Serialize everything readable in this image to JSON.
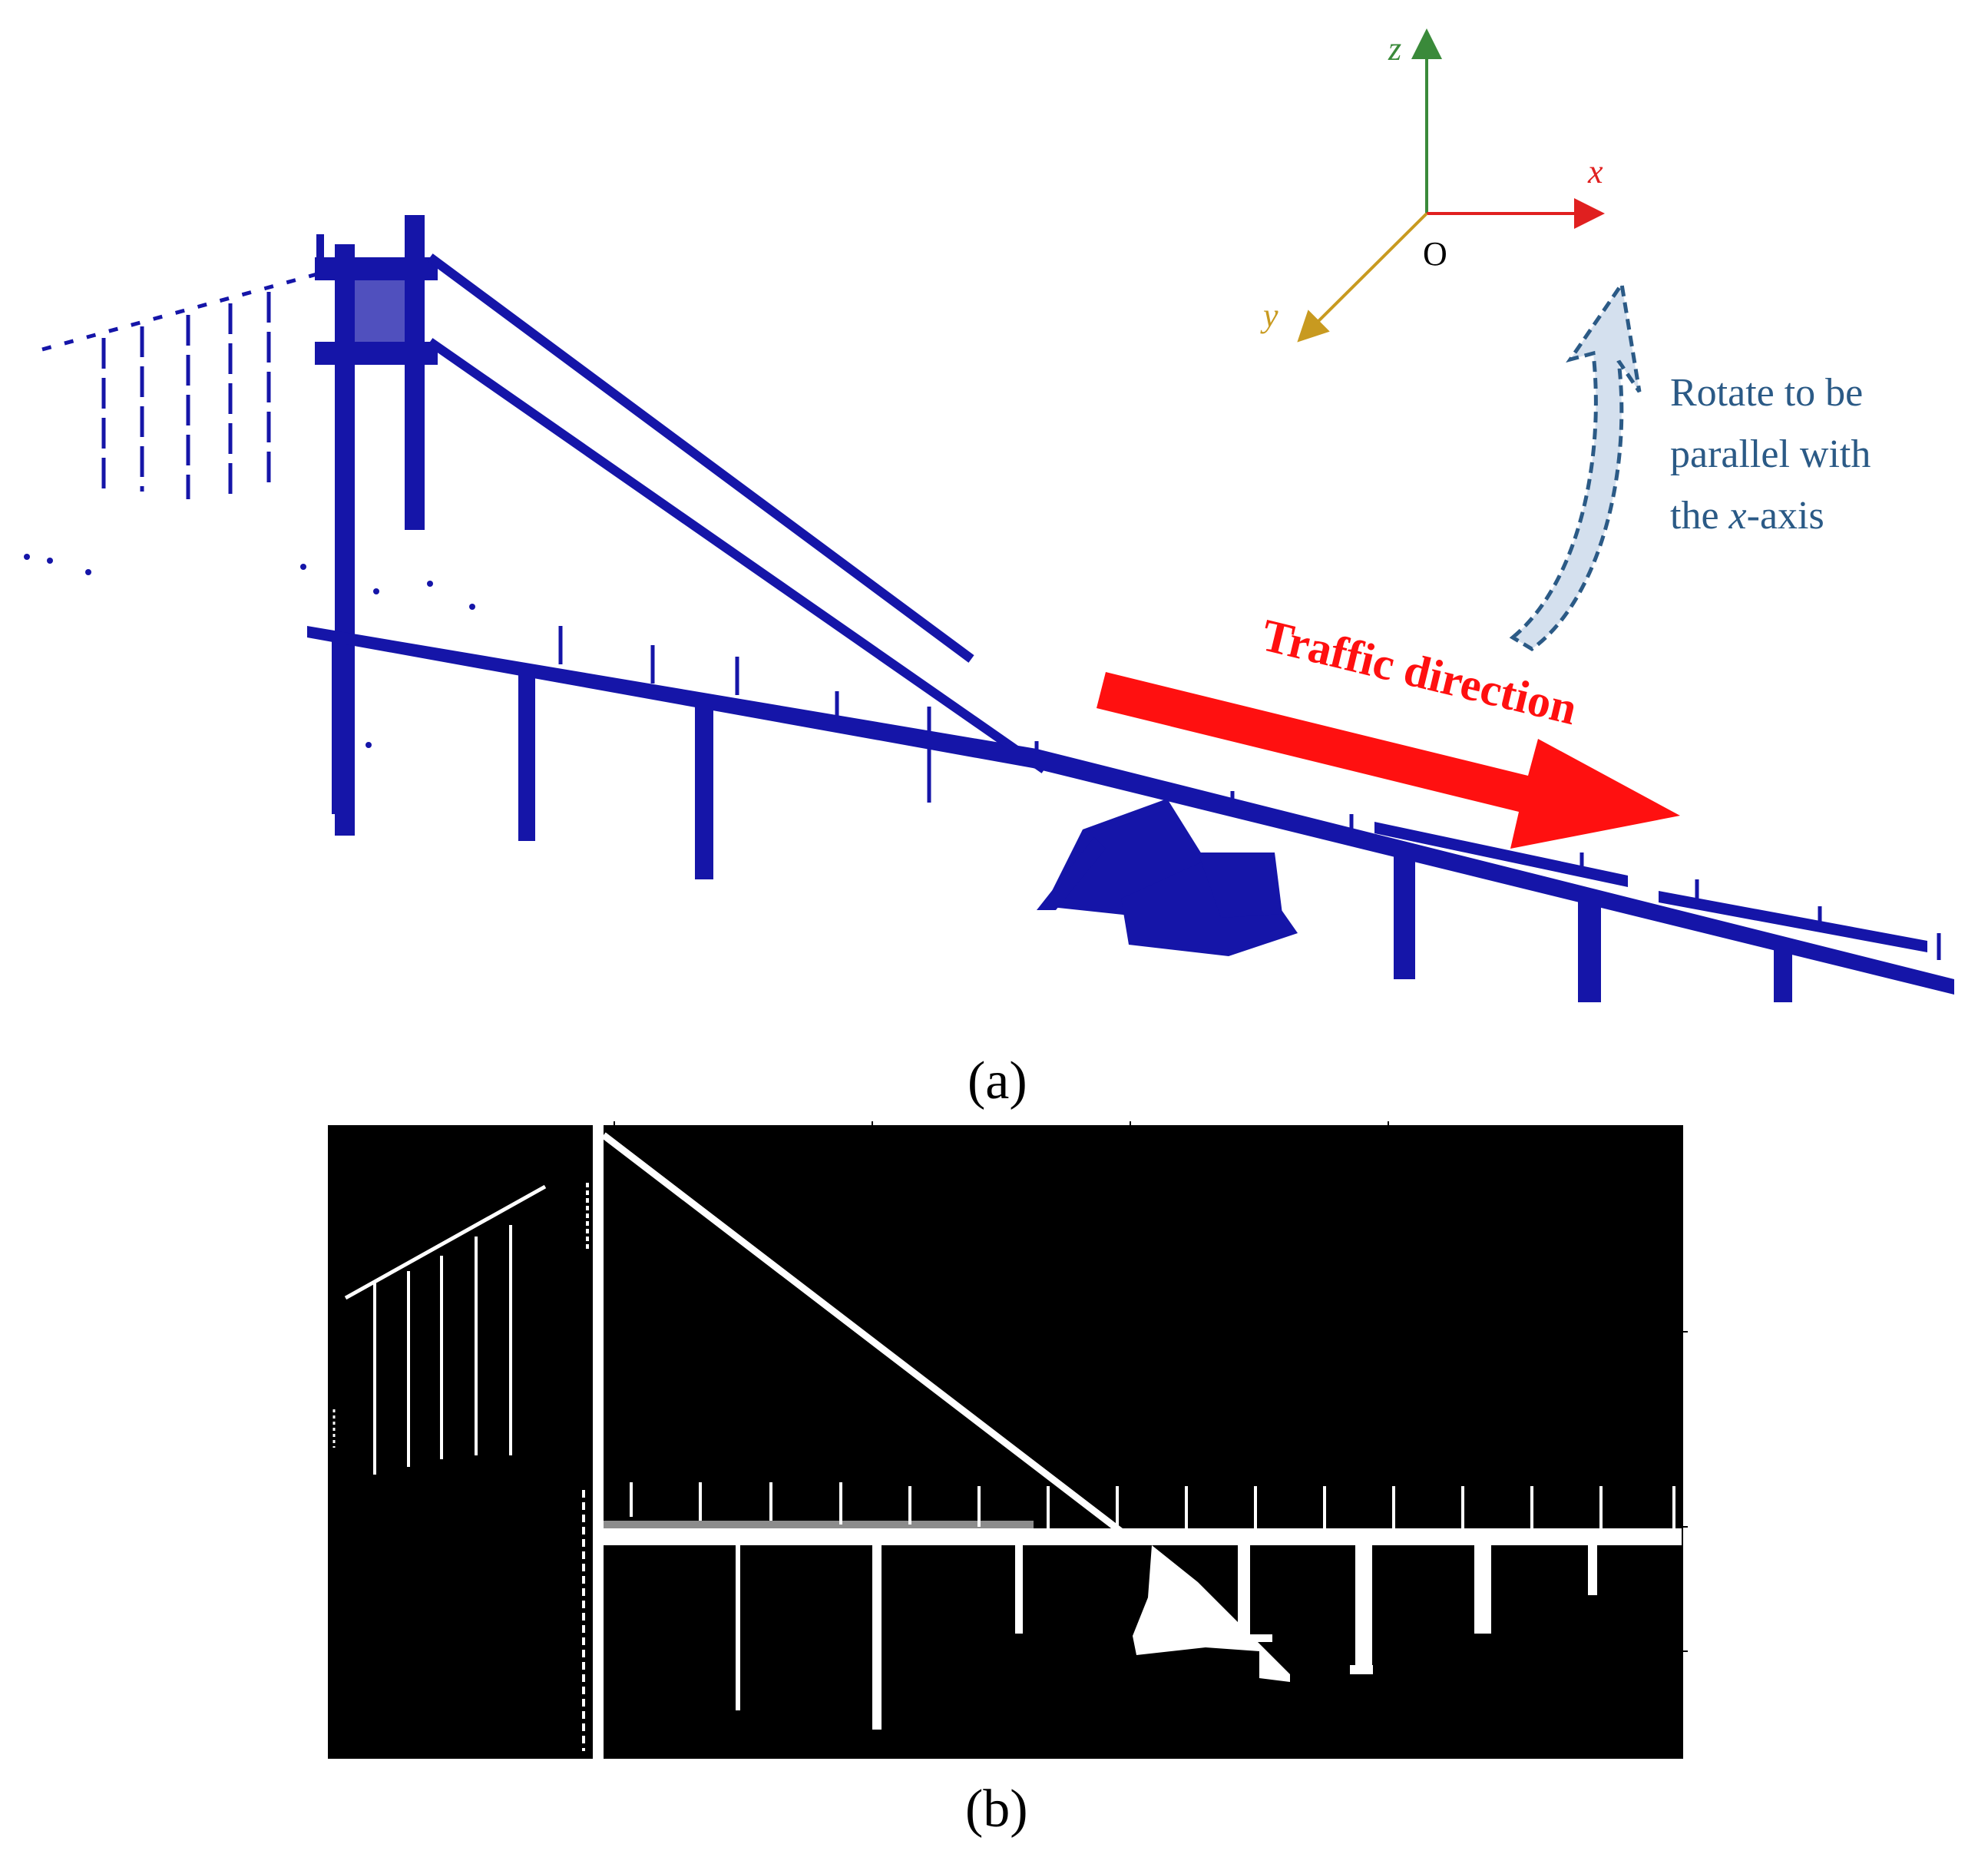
{
  "panel_a": {
    "axes": {
      "z_label": "z",
      "x_label": "x",
      "y_label": "y",
      "origin_label": "O"
    },
    "rotate_note": {
      "line1": "Rotate to be",
      "line2": "parallel with",
      "line3_prefix": "the ",
      "line3_axis": "x",
      "line3_suffix": "-axis"
    },
    "traffic_label": "Traffic direction",
    "caption": "(a)"
  },
  "panel_b": {
    "caption": "(b)"
  },
  "colors": {
    "point_cloud": "#1515a8",
    "z_axis": "#3a8a3a",
    "x_axis": "#e02020",
    "y_axis": "#c89a20",
    "traffic_arrow": "#ff1010",
    "rotate_arrow_fill": "#d4e0ee",
    "rotate_arrow_stroke": "#2b5a86",
    "note_text": "#2b5a86",
    "binary_bg": "#000000",
    "binary_fg": "#ffffff"
  }
}
